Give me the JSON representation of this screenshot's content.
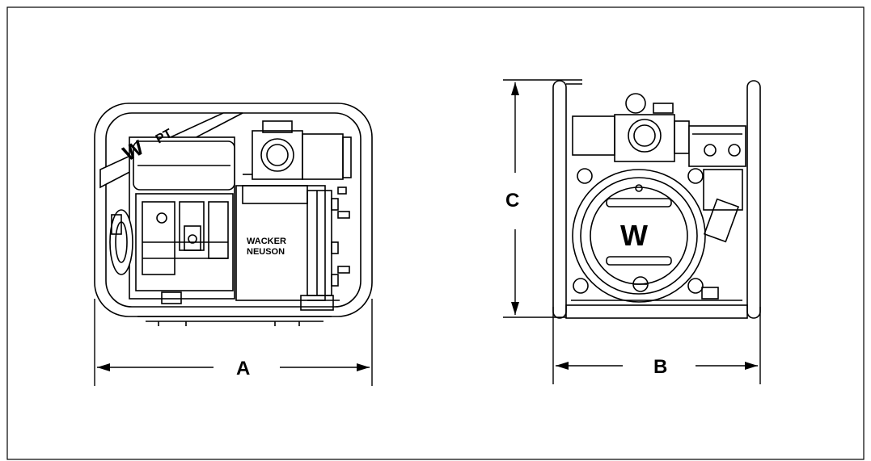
{
  "dimensions": {
    "a_label": "A",
    "b_label": "B",
    "c_label": "C"
  },
  "side_view": {
    "decal_brand": "W",
    "decal_model": "PT",
    "housing_brand_line1": "WACKER",
    "housing_brand_line2": "NEUSON"
  },
  "front_view": {
    "cover_logo": "W"
  },
  "colors": {
    "line": "#000000",
    "background": "#ffffff"
  }
}
